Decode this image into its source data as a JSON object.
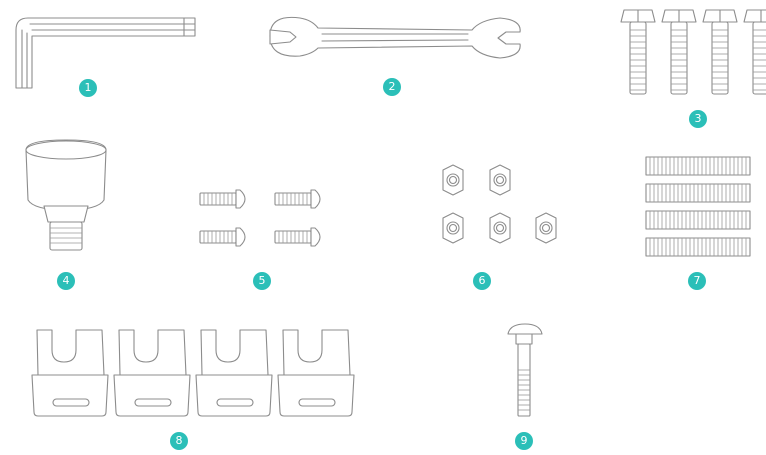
{
  "colors": {
    "badge": "#2bbfb8",
    "line": "#8c8c8c"
  },
  "parts": [
    {
      "id": "1",
      "icon": "hex-key-icon"
    },
    {
      "id": "2",
      "icon": "open-end-wrench-icon"
    },
    {
      "id": "3",
      "icon": "hex-bolts-icon"
    },
    {
      "id": "4",
      "icon": "knob-screw-icon"
    },
    {
      "id": "5",
      "icon": "small-screws-icon"
    },
    {
      "id": "6",
      "icon": "hex-nuts-icon"
    },
    {
      "id": "7",
      "icon": "threaded-rods-icon"
    },
    {
      "id": "8",
      "icon": "slotted-brackets-icon"
    },
    {
      "id": "9",
      "icon": "carriage-bolt-icon"
    }
  ]
}
